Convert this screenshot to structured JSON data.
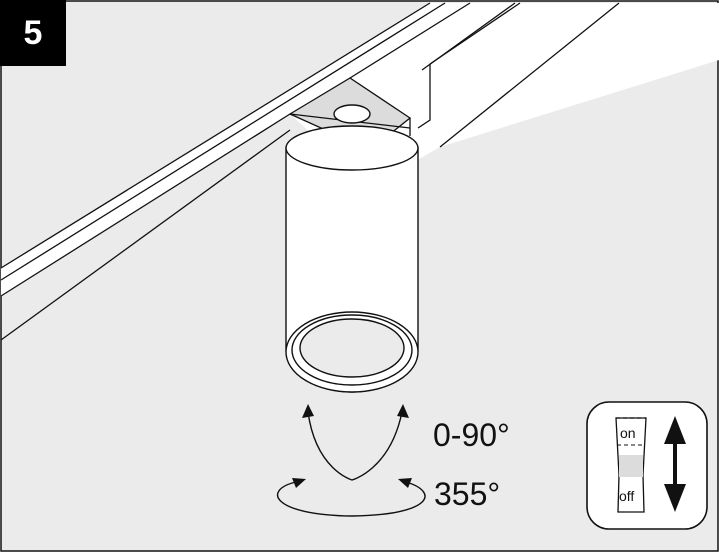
{
  "step": {
    "number": "5"
  },
  "tilt": {
    "label": "0-90°"
  },
  "rotation": {
    "label": "355°"
  },
  "switch": {
    "on_label": "on",
    "off_label": "off"
  },
  "colors": {
    "background": "#ebebeb",
    "line": "#111111",
    "fixture": "#ffffff",
    "badge": "#000000"
  },
  "icons": [
    "tilt-arrow-icon",
    "rotate-arrow-icon",
    "switch-toggle-icon",
    "up-down-arrow-icon"
  ]
}
